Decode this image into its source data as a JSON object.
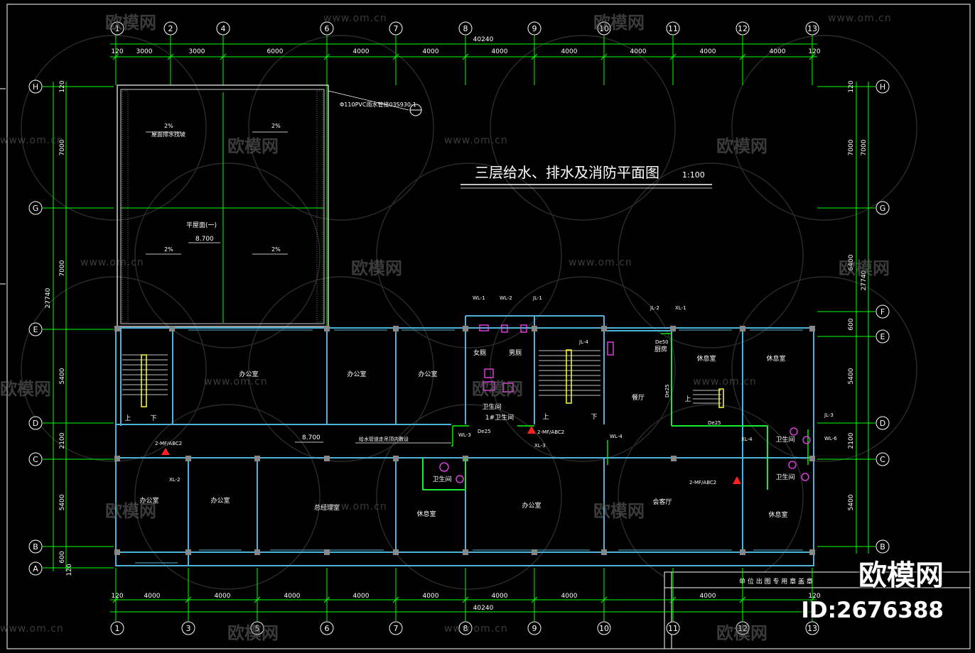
{
  "title": {
    "main": "三层给水、排水及消防平面图",
    "scale": "1:100"
  },
  "axes": {
    "top_cols": [
      "1",
      "2",
      "4",
      "6",
      "7",
      "8",
      "9",
      "10",
      "11",
      "12",
      "13"
    ],
    "bottom_cols": [
      "1",
      "3",
      "5",
      "6",
      "7",
      "8",
      "9",
      "10",
      "11",
      "12",
      "13"
    ],
    "left_rows": [
      "H",
      "G",
      "E",
      "D",
      "C",
      "B",
      "A"
    ],
    "right_rows": [
      "H",
      "G",
      "F",
      "E",
      "D",
      "C",
      "B"
    ]
  },
  "dims": {
    "top_total": "40240",
    "top_segments": [
      "120",
      "3000",
      "3000",
      "6000",
      "4000",
      "4000",
      "4000",
      "4000",
      "4000",
      "4000",
      "4000",
      "120"
    ],
    "bottom_total": "40240",
    "bottom_segments": [
      "120",
      "4000",
      "4000",
      "4000",
      "4000",
      "4000",
      "4000",
      "4000",
      "4000",
      "120"
    ],
    "left_total": "27740",
    "left_segments": [
      "120",
      "7000",
      "7000",
      "5400",
      "2100",
      "5400",
      "600",
      "120"
    ],
    "right_total": "27740",
    "right_segments": [
      "120",
      "7000",
      "6400",
      "600",
      "5400",
      "2100",
      "5400"
    ],
    "right_inner": "7000"
  },
  "rooms": {
    "office_a": "办公室",
    "office_b": "办公室",
    "office_c": "办公室",
    "office_d": "办公室",
    "office_e": "办公室",
    "office_f": "办公室",
    "gm_office": "总经理室",
    "rest_a": "休息室",
    "rest_b": "休息室",
    "rest_c": "休息室",
    "rest_d": "休息室",
    "dining": "餐厅",
    "banquet": "会客厅",
    "kitchen": "厨房",
    "women_wc": "女厕",
    "men_wc": "男厕",
    "toilet_a": "卫生间",
    "toilet_b": "卫生间",
    "toilet_c": "卫生间",
    "toilet_d": "卫生间",
    "toilet_1": "1#卫生间",
    "up_a": "上",
    "down_a": "下",
    "up_b": "上",
    "down_b": "下",
    "up_c": "上",
    "roof_label": "平屋面(一)",
    "roof_elev": "8.700",
    "floor_elev": "8.700",
    "roof_slope_a": "2%",
    "roof_slope_b": "2%",
    "roof_slope_c": "2%",
    "roof_slope_d": "2%",
    "roof_note": "屋面排水找坡"
  },
  "pipes": {
    "wl1": "WL-1",
    "wl2": "WL-2",
    "jl1": "JL-1",
    "jl2": "JL-2",
    "xl1": "XL-1",
    "jl4": "JL-4",
    "wl3": "WL-3",
    "xl3": "XL-3",
    "xl2": "XL-2",
    "wl4": "WL-4",
    "xl4": "XL-4",
    "jl3": "JL-3",
    "wl6": "WL-6",
    "de50": "De50",
    "de25_a": "De25",
    "de25_b": "De25",
    "de25_c": "De25",
    "ext_a": "2-MF/ABC2",
    "ext_b": "2-MF/ABC2",
    "ext_c": "2-MF/ABC2",
    "pipe_note": "给水管道走吊顶内敷设",
    "roof_pipe": "Φ110PVC雨水管接03S930-1"
  },
  "title_block": {
    "header": "单 位 出 图 专 用 章 盖 章"
  },
  "watermark": {
    "brand": "欧模网",
    "url": "www.om.cn",
    "id": "ID:2676388"
  },
  "colors": {
    "background": "#000000",
    "grid": "#00ff00",
    "wall": "#4fb3d9",
    "text": "#ffffff",
    "fixture": "#ff40ff",
    "extinguisher": "#ff2020",
    "stair": "#ffff33"
  }
}
